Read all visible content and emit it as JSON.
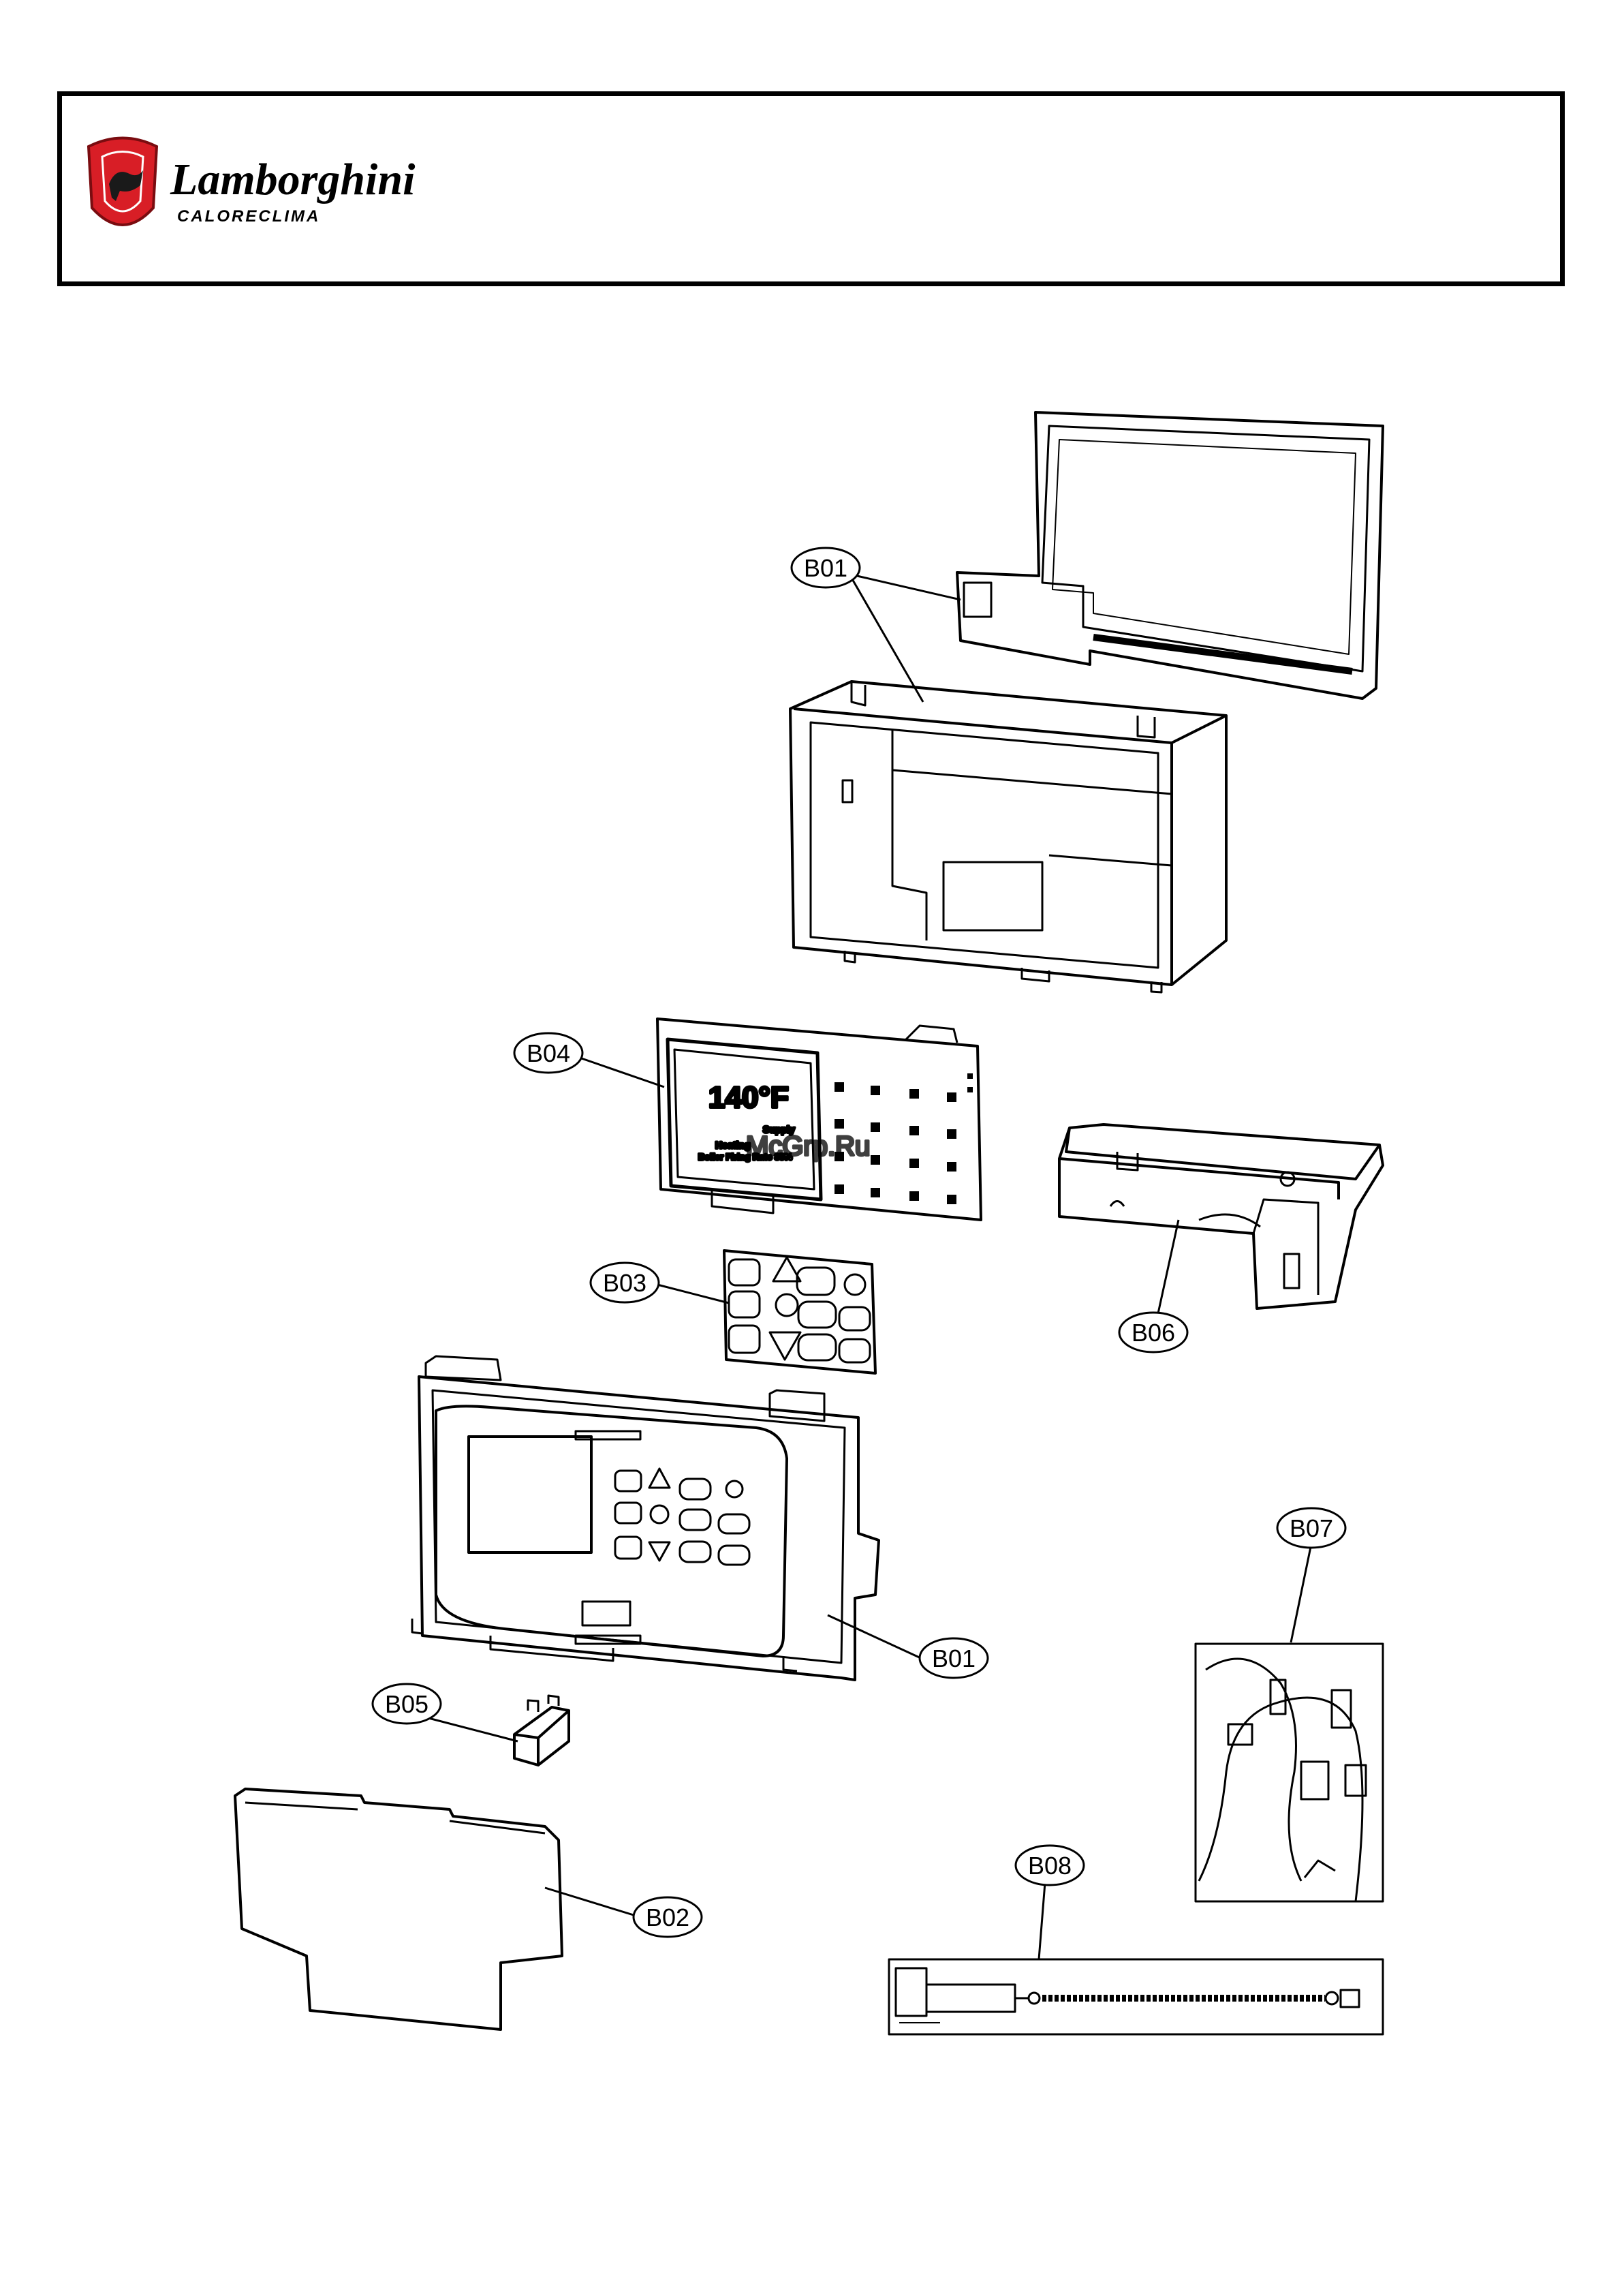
{
  "brand": {
    "name": "Lamborghini",
    "subname": "CALORECLIMA"
  },
  "display": {
    "temperature": "140°F",
    "line1": "Supply",
    "line2": "Heating",
    "line3": "Boiler Firing Rate 35%"
  },
  "watermark": "McGrp.Ru",
  "callouts": [
    {
      "id": "b01-top",
      "label": "B01"
    },
    {
      "id": "b04",
      "label": "B04"
    },
    {
      "id": "b03",
      "label": "B03"
    },
    {
      "id": "b06",
      "label": "B06"
    },
    {
      "id": "b07",
      "label": "B07"
    },
    {
      "id": "b01-front",
      "label": "B01"
    },
    {
      "id": "b05",
      "label": "B05"
    },
    {
      "id": "b08",
      "label": "B08"
    },
    {
      "id": "b02",
      "label": "B02"
    }
  ]
}
